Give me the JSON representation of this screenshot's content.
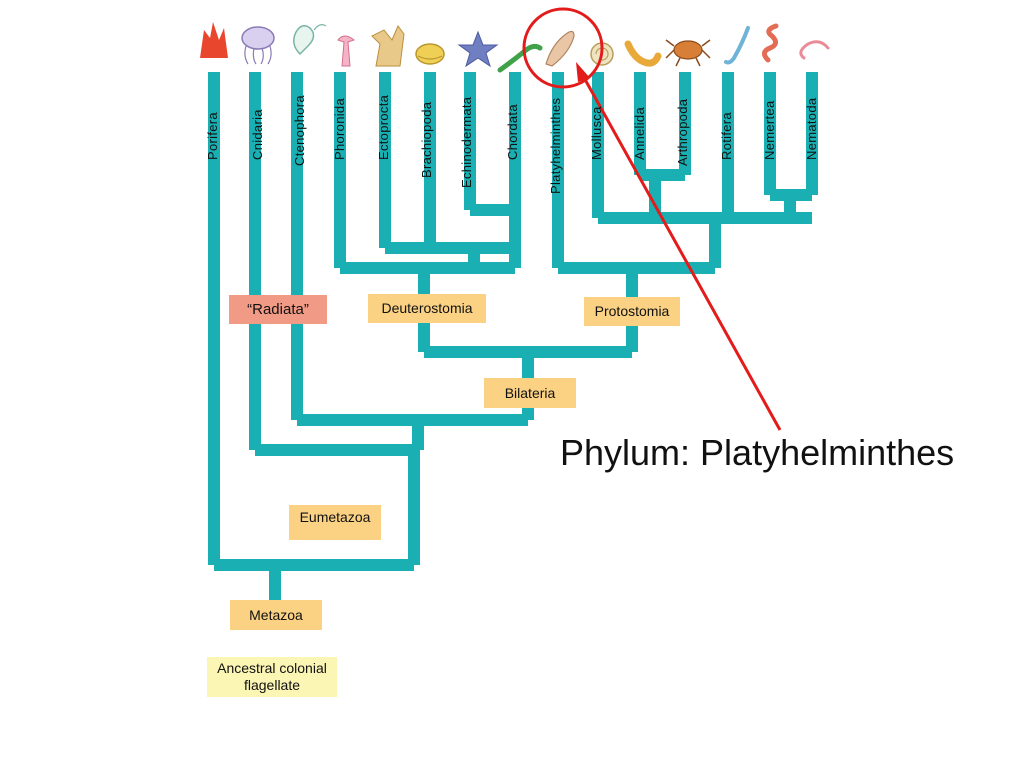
{
  "phyla": [
    {
      "id": "porifera",
      "label": "Porifera"
    },
    {
      "id": "cnidaria",
      "label": "Cnidaria"
    },
    {
      "id": "ctenophora",
      "label": "Ctenophora"
    },
    {
      "id": "phoronida",
      "label": "Phoronida"
    },
    {
      "id": "ectoprocta",
      "label": "Ectoprocta"
    },
    {
      "id": "brachiopoda",
      "label": "Brachiopoda"
    },
    {
      "id": "echinodermata",
      "label": "Echinodermata"
    },
    {
      "id": "chordata",
      "label": "Chordata"
    },
    {
      "id": "platyhelminthes",
      "label": "Platyhelminthes"
    },
    {
      "id": "mollusca",
      "label": "Mollusca"
    },
    {
      "id": "annelida",
      "label": "Annelida"
    },
    {
      "id": "arthropoda",
      "label": "Arthropoda"
    },
    {
      "id": "rotifera",
      "label": "Rotifera"
    },
    {
      "id": "nemertea",
      "label": "Nemertea"
    },
    {
      "id": "nematoda",
      "label": "Nematoda"
    }
  ],
  "clades": {
    "radiata": "“Radiata”",
    "deuterostomia": "Deuterostomia",
    "protostomia": "Protostomia",
    "bilateria": "Bilateria",
    "eumetazoa": "Eumetazoa",
    "metazoa": "Metazoa",
    "ancestor": "Ancestral colonial flagellate"
  },
  "callout": "Phylum:  Platyhelminthes",
  "colors": {
    "branch": "#1ab0b3",
    "clade_box": "#fbd283",
    "radiata_box": "#f19a85",
    "ancestor_box": "#fcf6b5",
    "highlight": "#e41b1b"
  }
}
